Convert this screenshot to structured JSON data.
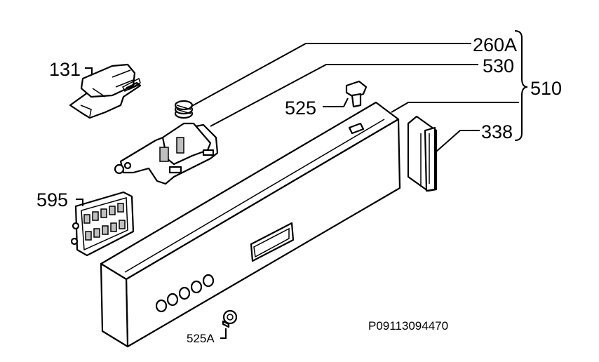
{
  "labels": {
    "label_131": "131",
    "label_260a": "260A",
    "label_530": "530",
    "label_510": "510",
    "label_525": "525",
    "label_338": "338",
    "label_595": "595",
    "label_525a": "525A"
  },
  "drawing_code": "P09113094470"
}
